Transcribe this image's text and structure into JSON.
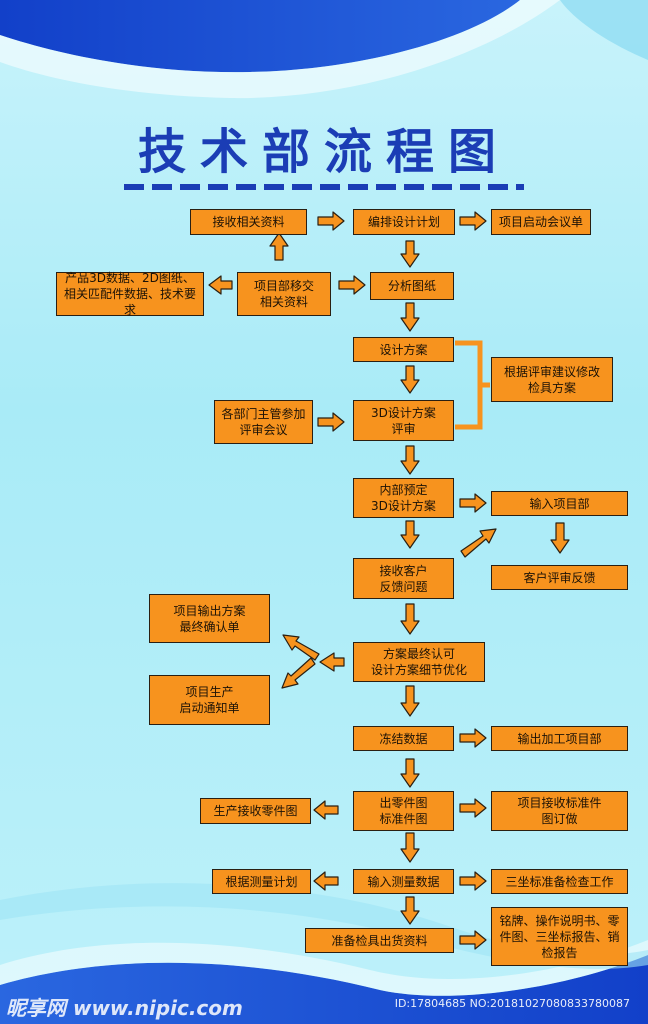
{
  "title": "技术部流程图",
  "colors": {
    "box_fill": "#f7931e",
    "arrow_fill": "#f7931e",
    "outline": "#2a1f12",
    "title": "#1b3db5"
  },
  "boxes": {
    "receive_materials": "接收相关资料",
    "design_plan": "编排设计计划",
    "kickoff_sheet": "项目启动会议单",
    "product_data": "产品3D数据、2D图纸、相关匹配件数据、技术要求",
    "dept_transfer": "项目部移交\n相关资料",
    "analyze_drawings": "分析图纸",
    "design_scheme": "设计方案",
    "revise_scheme": "根据评审建议修改\n检具方案",
    "dept_heads_review": "各部门主管参加\n评审会议",
    "scheme_3d_review": "3D设计方案\n评审",
    "internal_3d": "内部预定\n3D设计方案",
    "input_project_dept": "输入项目部",
    "customer_feedback_receive": "接收客户\n反馈问题",
    "customer_review_feedback": "客户评审反馈",
    "output_confirm": "项目输出方案\n最终确认单",
    "final_approval": "方案最终认可\n设计方案细节优化",
    "production_notice": "项目生产\n启动通知单",
    "freeze_data": "冻结数据",
    "output_processing": "输出加工项目部",
    "part_drawings": "出零件图\n标准件图",
    "production_receive": "生产接收零件图",
    "project_receive_std": "项目接收标准件\n图订做",
    "input_measure": "输入测量数据",
    "measure_plan": "根据测量计划",
    "cmm_prep": "三坐标准备检查工作",
    "ship_docs": "准备检具出货资料",
    "nameplate": "铭牌、操作说明书、零件图、三坐标报告、销检报告"
  },
  "watermark": {
    "logo": "昵享网 www.nipic.com",
    "id": "ID:17804685 NO:20181027080833780087"
  }
}
